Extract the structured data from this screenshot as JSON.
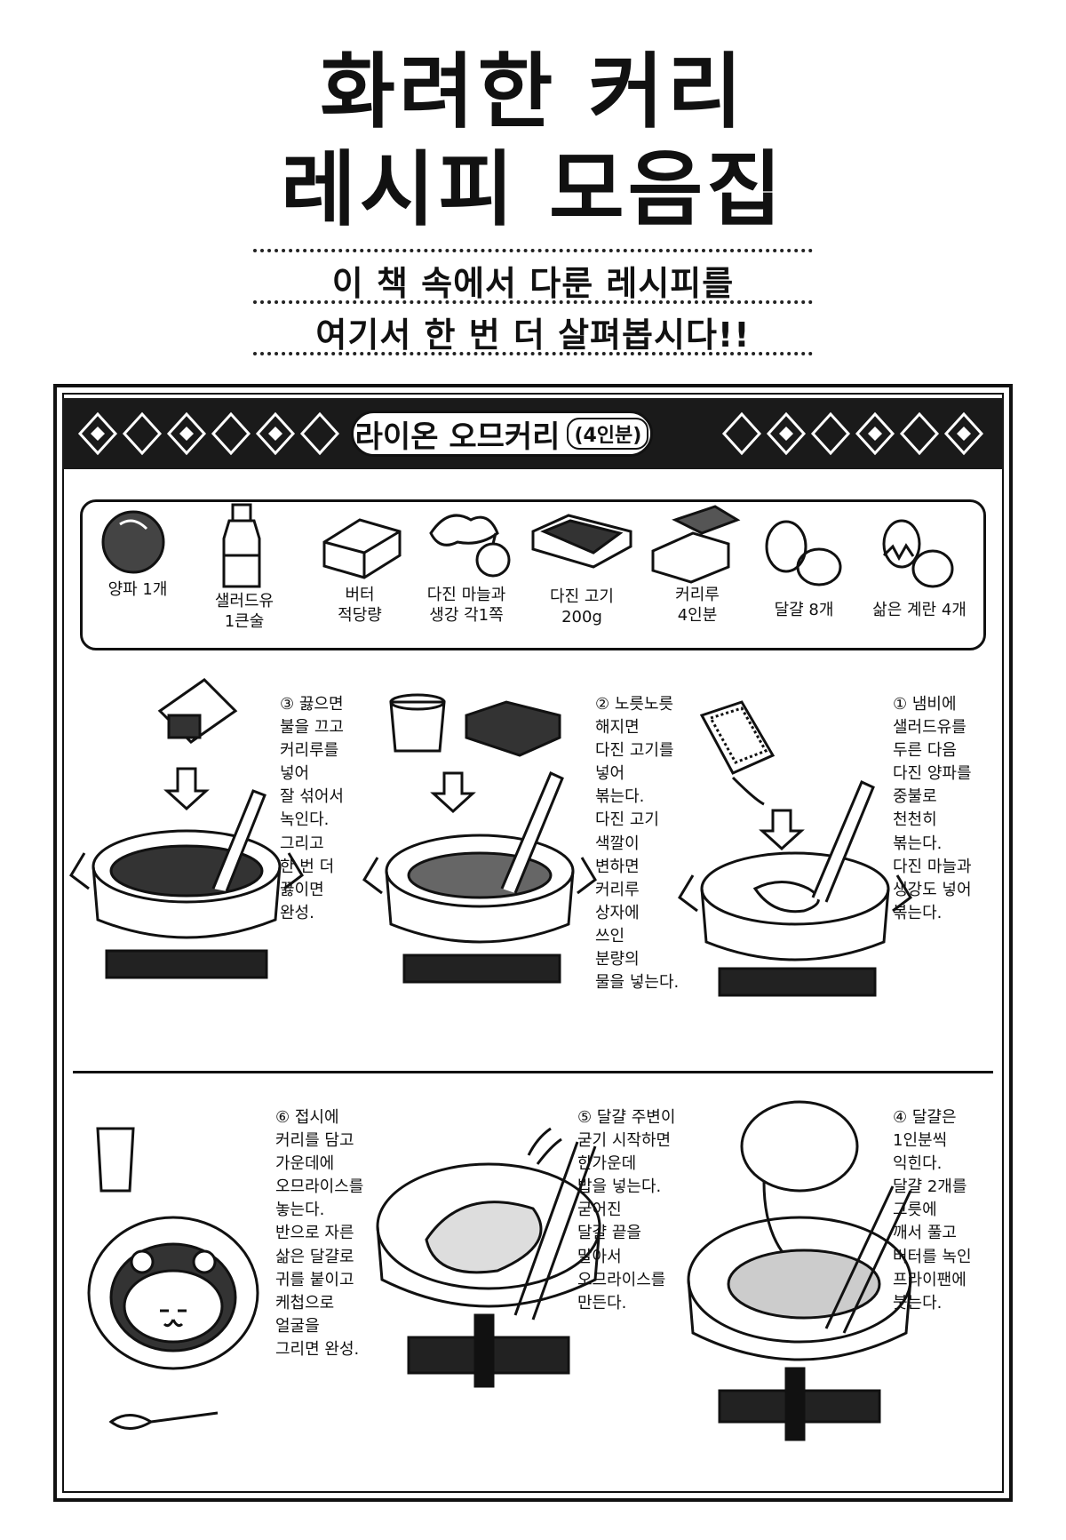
{
  "header": {
    "title_line1": "화려한 커리",
    "title_line2": "레시피 모음집",
    "subtitle_line1": "이 책 속에서 다룬 레시피를",
    "subtitle_line2": "여기서 한 번 더 살펴봅시다!!"
  },
  "recipe": {
    "name": "라이온 오므커리",
    "servings": "(4인분)"
  },
  "ingredients": [
    {
      "name": "양파 1개",
      "icon": "onion-icon"
    },
    {
      "name": "샐러드유\n1큰술",
      "icon": "oil-bottle-icon"
    },
    {
      "name": "버터\n적당량",
      "icon": "butter-icon"
    },
    {
      "name": "다진 마늘과\n생강 각1쪽",
      "icon": "garlic-ginger-icon"
    },
    {
      "name": "다진 고기\n200g",
      "icon": "minced-meat-icon"
    },
    {
      "name": "커리루\n4인분",
      "icon": "curry-roux-icon"
    },
    {
      "name": "달걀 8개",
      "icon": "eggs-icon"
    },
    {
      "name": "삶은 계란 4개",
      "icon": "boiled-eggs-icon"
    }
  ],
  "steps": [
    {
      "text": "③ 끓으면\n불을 끄고\n커리루를\n넣어\n잘 섞어서\n녹인다.\n그리고\n한 번 더\n끓이면\n완성."
    },
    {
      "text": "② 노릇노릇\n해지면\n다진 고기를\n넣어\n볶는다.\n다진 고기\n색깔이\n변하면\n커리루\n상자에\n쓰인\n분량의\n물을 넣는다."
    },
    {
      "text": "① 냄비에\n샐러드유를\n두른 다음\n다진 양파를\n중불로\n천천히\n볶는다.\n다진 마늘과\n생강도 넣어\n볶는다."
    },
    {
      "text": "⑥ 접시에\n커리를 담고\n가운데에\n오므라이스를\n놓는다.\n반으로 자른\n삶은 달걀로\n귀를 붙이고\n케첩으로\n얼굴을\n그리면 완성."
    },
    {
      "text": "⑤ 달걀 주변이\n굳기 시작하면\n한가운데\n밥을 넣는다.\n굳어진\n달걀 끝을\n말아서\n오므라이스를\n만든다."
    },
    {
      "text": "④ 달걀은\n1인분씩\n익힌다.\n달걀 2개를\n그릇에\n깨서 풀고\n버터를 녹인\n프라이팬에\n붓는다."
    }
  ]
}
